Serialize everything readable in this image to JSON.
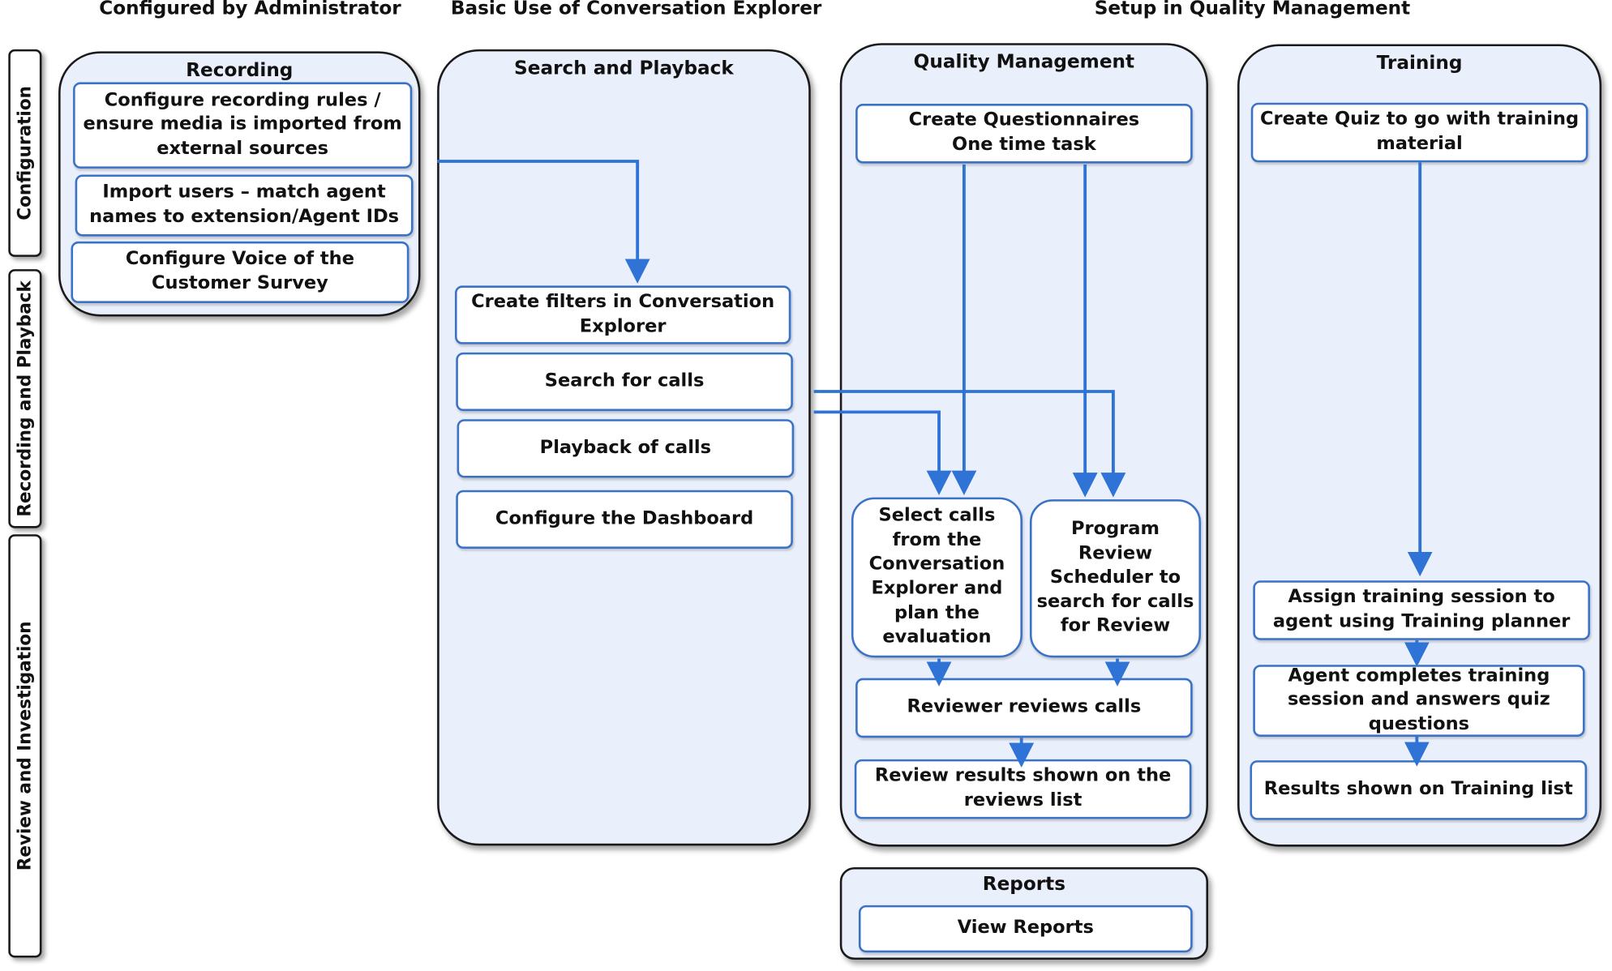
{
  "headers": {
    "admin": "Configured by Administrator",
    "basic": "Basic Use of Conversation Explorer",
    "setup": "Setup in Quality Management"
  },
  "rows": {
    "configuration": "Configuration",
    "recording": "Recording and Playback",
    "review": "Review and Investigation"
  },
  "lanes": {
    "recording": {
      "title": "Recording",
      "items": [
        "Configure recording rules / ensure media is imported from external sources",
        "Import users – match agent names to extension/Agent IDs",
        "Configure Voice of the Customer Survey"
      ]
    },
    "search": {
      "title": "Search and Playback",
      "items": [
        "Create filters in Conversation Explorer",
        "Search for calls",
        "Playback of calls",
        "Configure the Dashboard"
      ]
    },
    "quality": {
      "title": "Quality Management",
      "questionnaires_line1": "Create Questionnaires",
      "questionnaires_line2": "One time task",
      "select_calls": "Select calls from the Conversation Explorer and plan the evaluation",
      "program_review": "Program Review Scheduler to search for calls for Review",
      "reviewer": "Reviewer reviews calls",
      "results": "Review results shown on the reviews list"
    },
    "training": {
      "title": "Training",
      "items": [
        "Create Quiz to go with training material",
        "Assign training session to agent using Training planner",
        "Agent completes training session and answers quiz questions",
        "Results shown on Training list"
      ]
    },
    "reports": {
      "title": "Reports",
      "view": "View Reports"
    }
  },
  "colors": {
    "connector": "#2f73d7",
    "box_border": "#3a72c8",
    "lane_fill": "#eaf0fb"
  }
}
